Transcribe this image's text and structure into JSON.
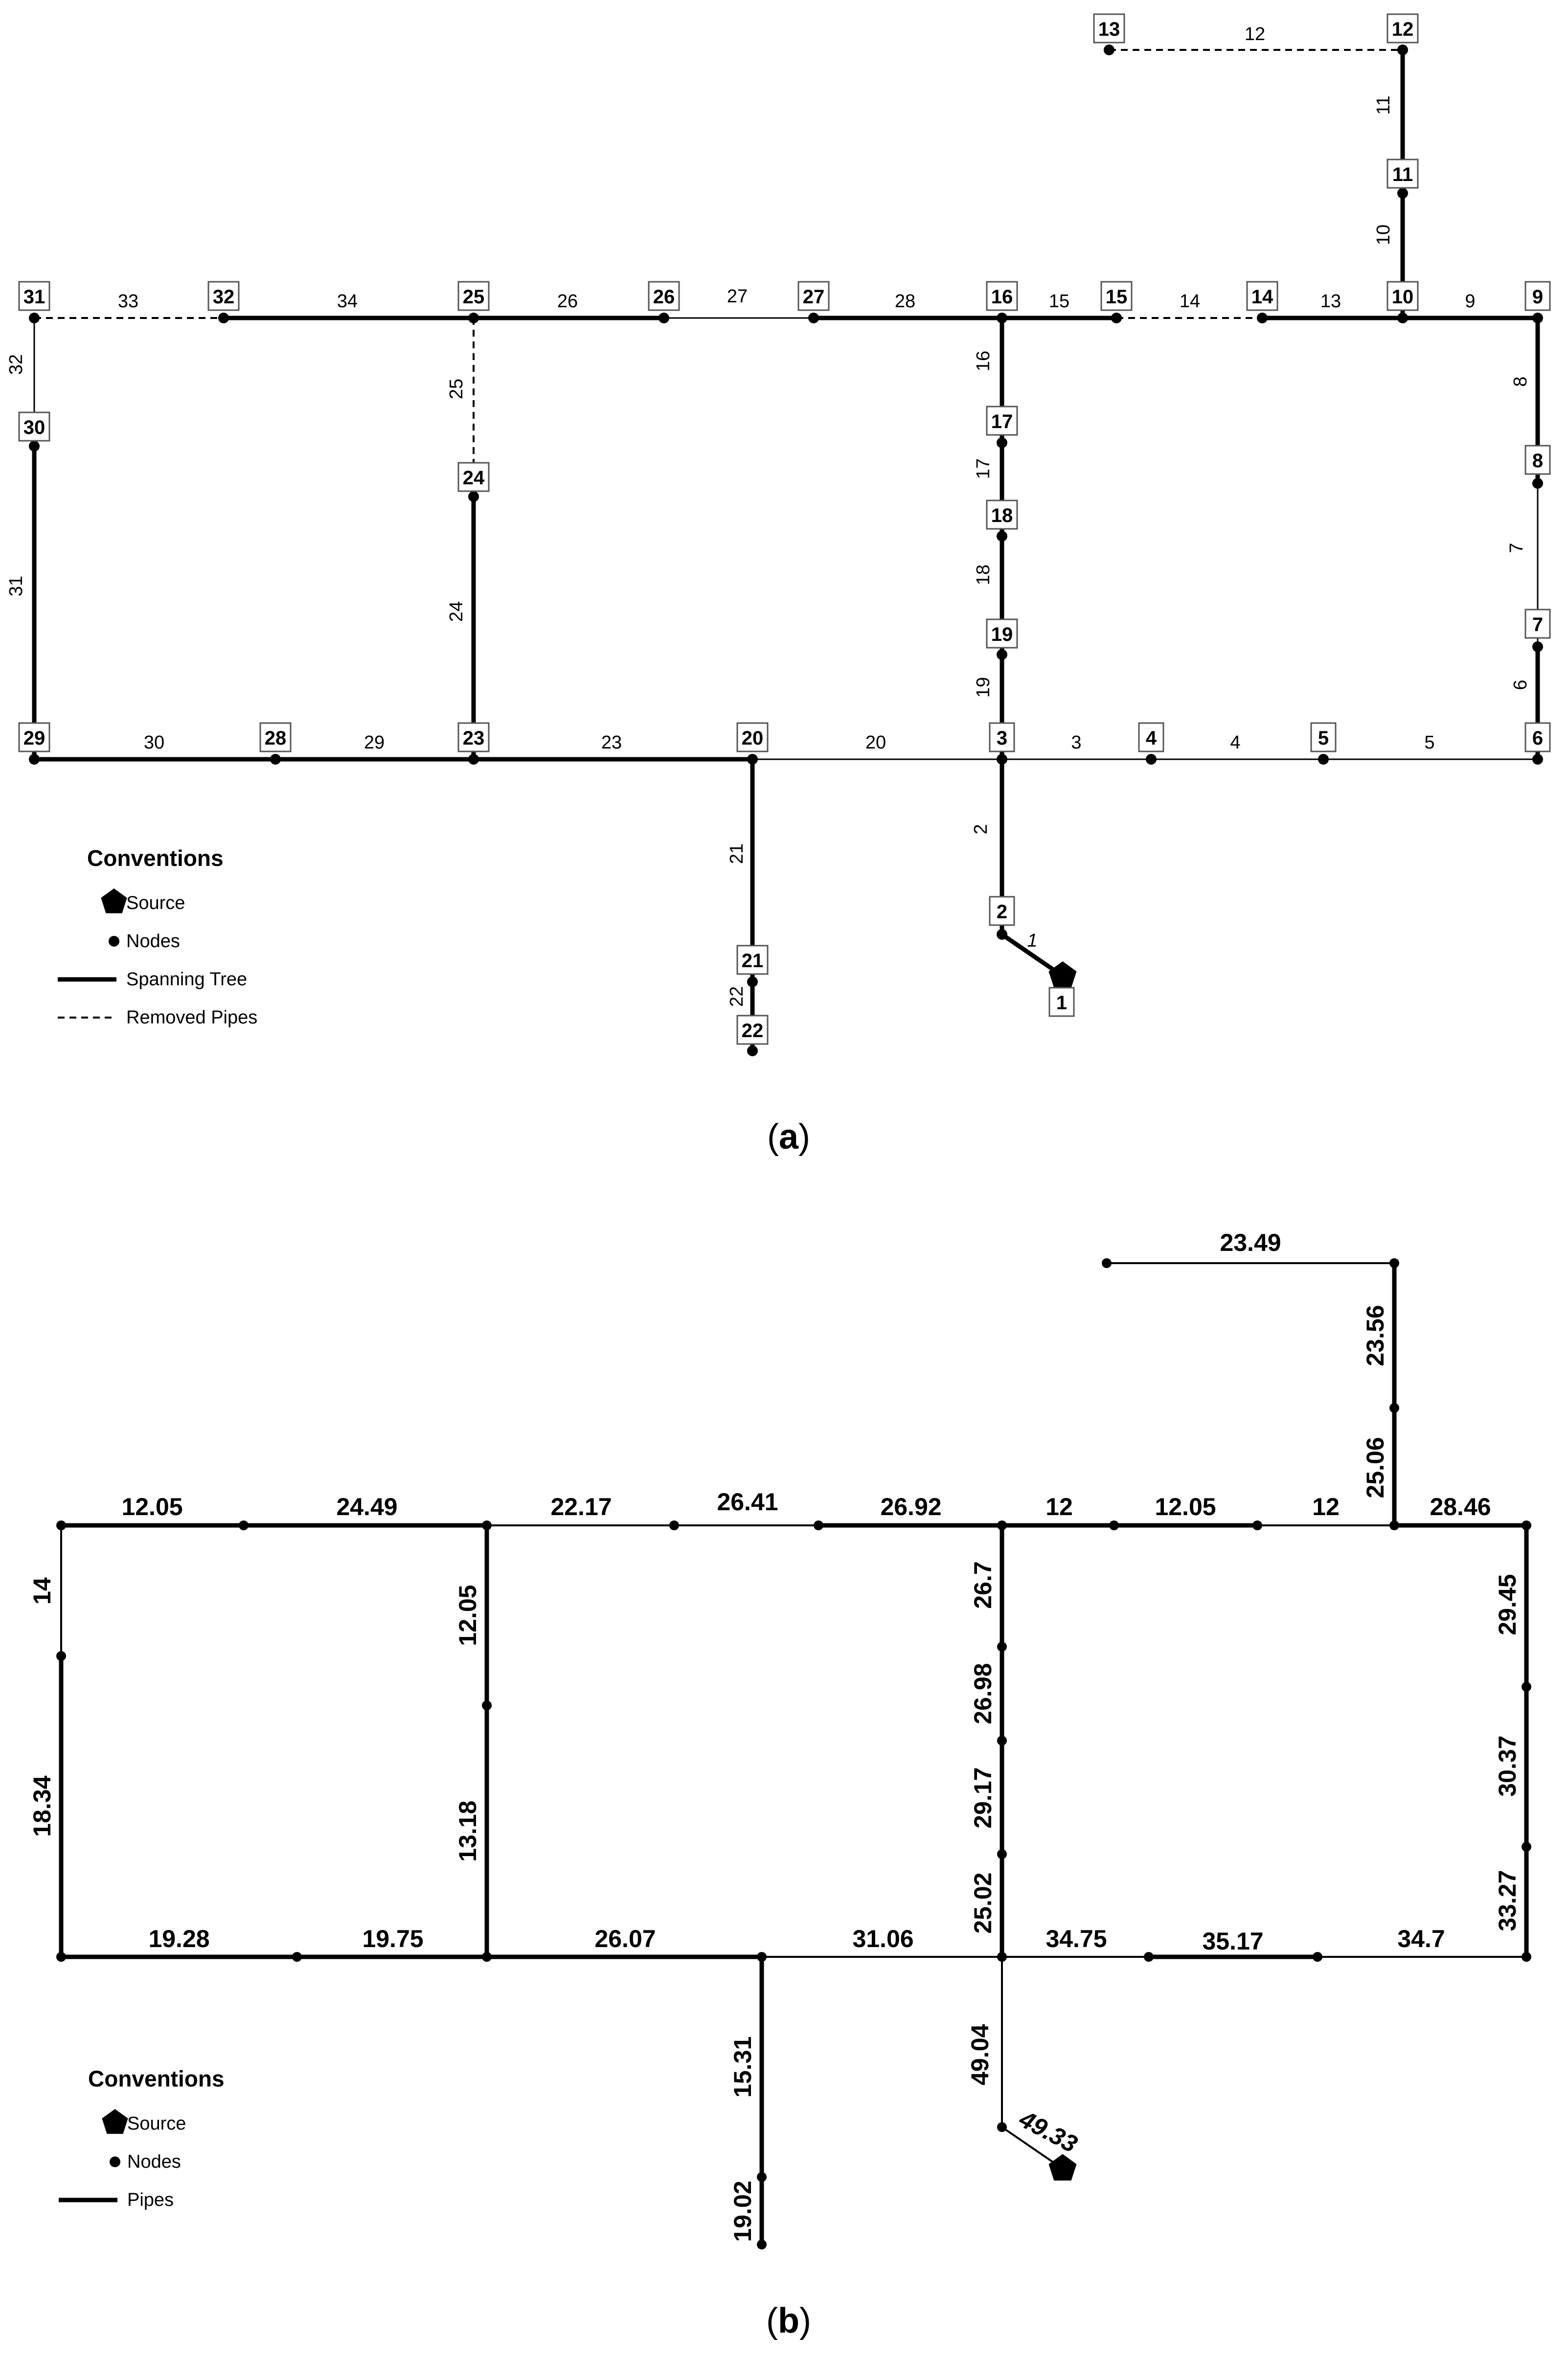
{
  "panel_a": {
    "caption_letter": "a",
    "legend": {
      "title": "Conventions",
      "items": [
        {
          "symbol": "source",
          "label": "Source"
        },
        {
          "symbol": "node",
          "label": "Nodes"
        },
        {
          "symbol": "solid",
          "label": "Spanning Tree"
        },
        {
          "symbol": "dashed",
          "label": "Removed Pipes"
        }
      ]
    },
    "node_labels": [
      "1",
      "2",
      "3",
      "4",
      "5",
      "6",
      "7",
      "8",
      "9",
      "10",
      "11",
      "12",
      "13",
      "14",
      "15",
      "16",
      "17",
      "18",
      "19",
      "20",
      "21",
      "22",
      "23",
      "24",
      "25",
      "26",
      "27",
      "28",
      "29",
      "30",
      "31",
      "32"
    ],
    "pipe_labels": [
      "1",
      "2",
      "3",
      "4",
      "5",
      "6",
      "7",
      "8",
      "9",
      "10",
      "11",
      "12",
      "13",
      "14",
      "15",
      "16",
      "17",
      "18",
      "19",
      "20",
      "21",
      "22",
      "23",
      "24",
      "25",
      "26",
      "27",
      "28",
      "29",
      "30",
      "31",
      "32",
      "33",
      "34"
    ],
    "removed_pipes": [
      "12",
      "14",
      "25",
      "33"
    ]
  },
  "panel_b": {
    "caption_letter": "b",
    "legend": {
      "title": "Conventions",
      "items": [
        {
          "symbol": "source",
          "label": "Source"
        },
        {
          "symbol": "node",
          "label": "Nodes"
        },
        {
          "symbol": "solid",
          "label": "Pipes"
        }
      ]
    },
    "pipe_values": {
      "1": "49.33",
      "2": "49.04",
      "3": "34.75",
      "4": "35.17",
      "5": "34.7",
      "6": "33.27",
      "7": "30.37",
      "8": "29.45",
      "9": "28.46",
      "10": "25.06",
      "11": "23.56",
      "12": "23.49",
      "13": "12",
      "14": "12.05",
      "15": "12",
      "16": "26.7",
      "17": "26.98",
      "18": "29.17",
      "19": "25.02",
      "20": "31.06",
      "21": "15.31",
      "22": "19.02",
      "23": "26.07",
      "24": "13.18",
      "25": "12.05",
      "26": "22.17",
      "27": "26.41",
      "28": "26.92",
      "29": "19.75",
      "30": "19.28",
      "31": "18.34",
      "32": "14",
      "33": "12.05",
      "34": "24.49"
    }
  },
  "colors": {
    "line": "#000000",
    "background": "#ffffff",
    "box_fill": "#ffffff",
    "box_stroke": "#555555"
  }
}
